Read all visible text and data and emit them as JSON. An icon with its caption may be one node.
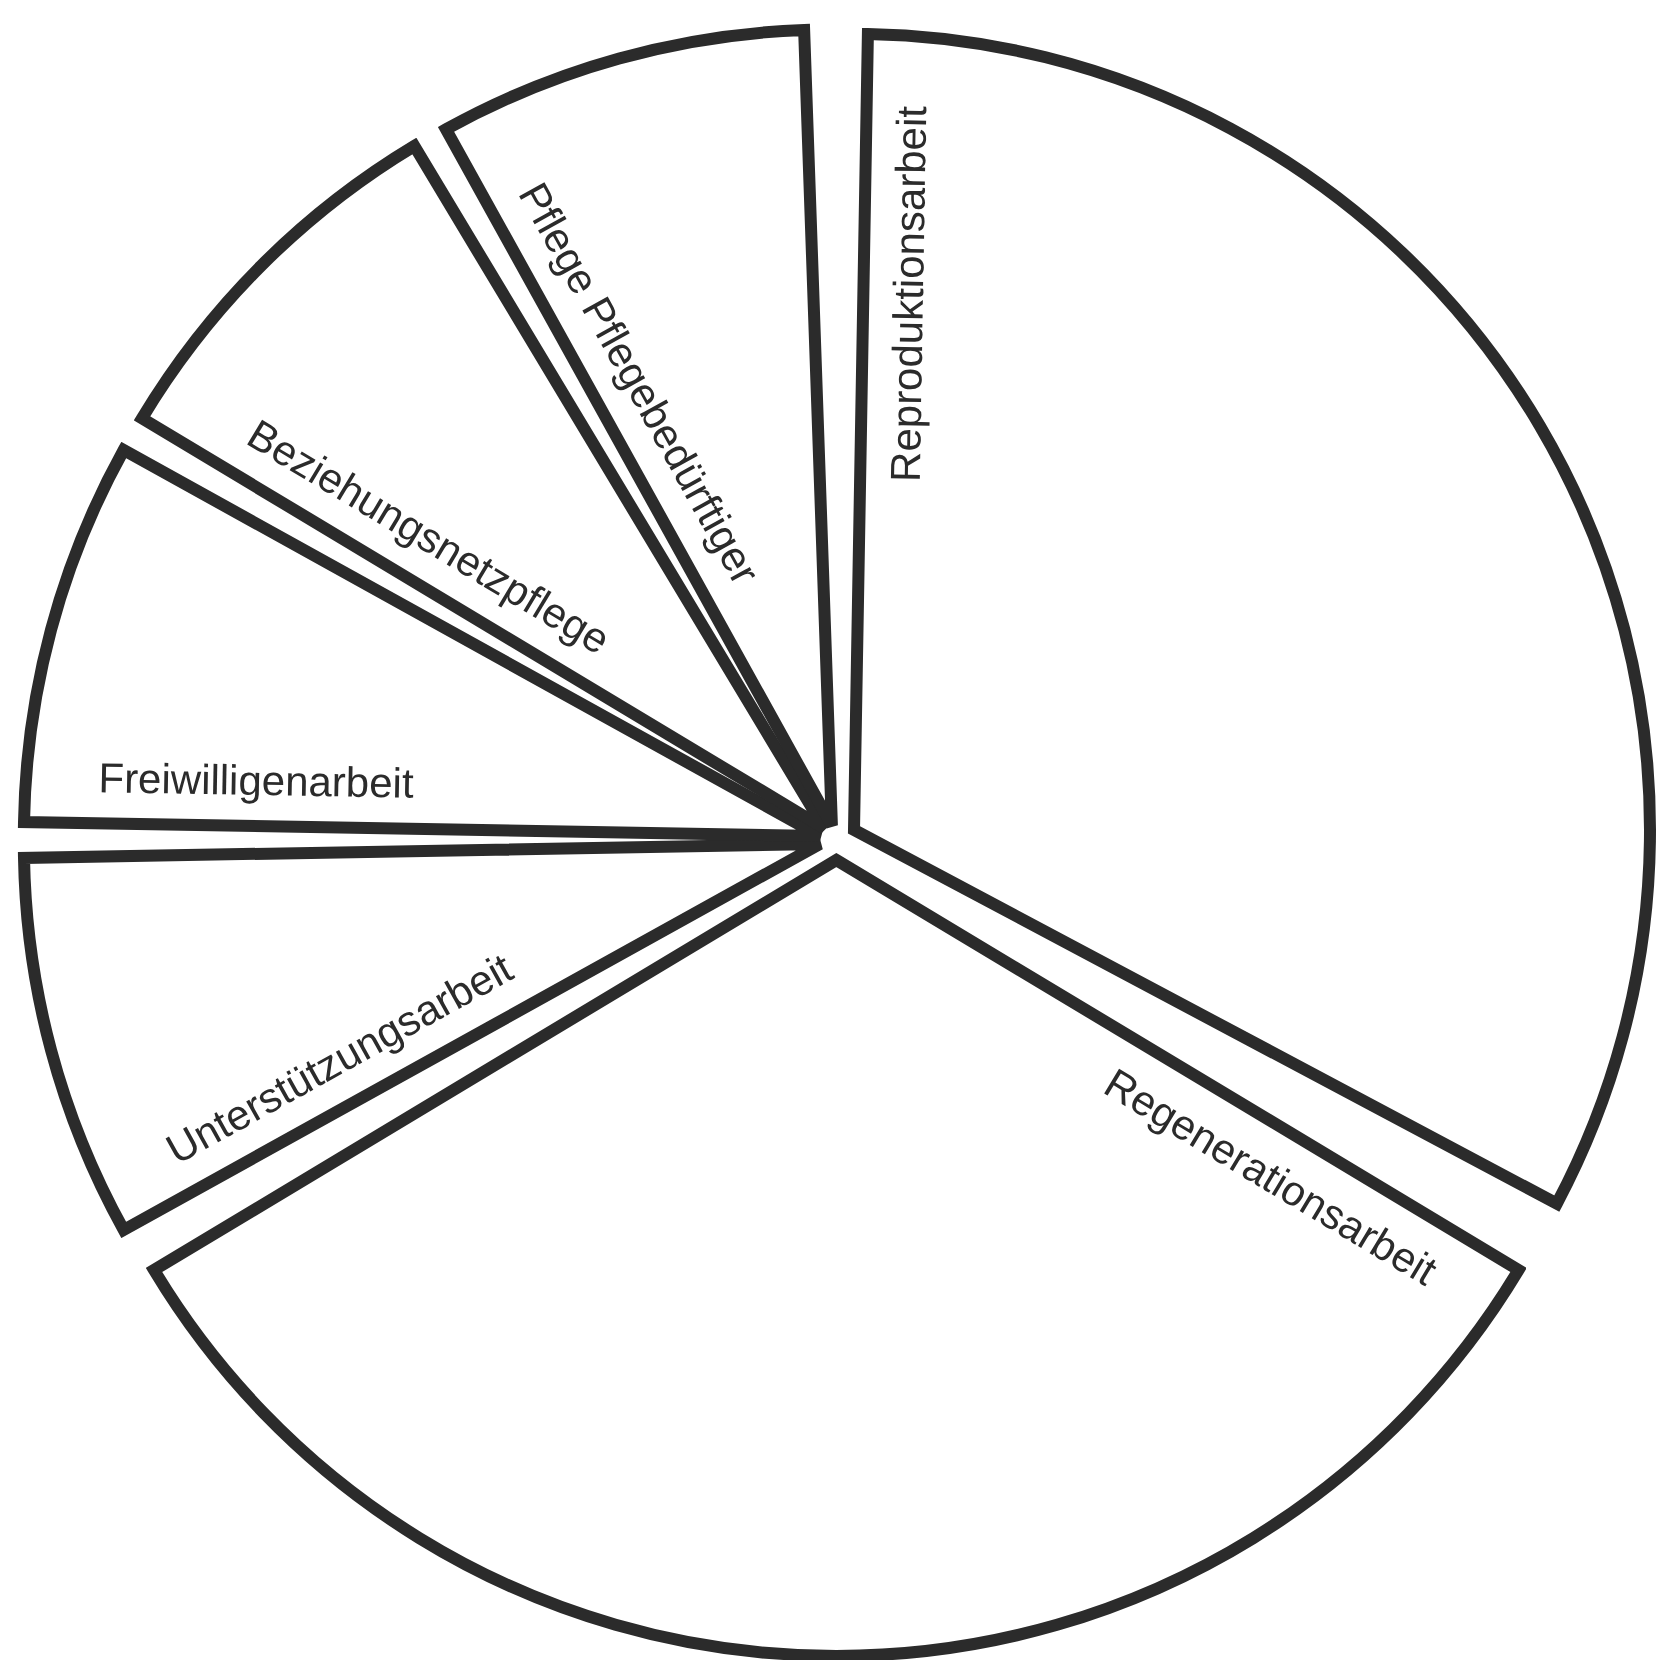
{
  "diagram": {
    "nodes": [
      {
        "text": [
          "Reproduktionsarbeit"
        ]
      },
      {
        "text": [
          "Regenerationsarbeit"
        ]
      },
      {
        "text": [
          "Unterstützungsarbeit"
        ]
      },
      {
        "text": [
          "Freiwilligenarbeit"
        ]
      },
      {
        "text": [
          "Beziehungsnetzpflege"
        ]
      },
      {
        "text": [
          "Pflege Pflegebedürftiger"
        ]
      }
    ]
  }
}
